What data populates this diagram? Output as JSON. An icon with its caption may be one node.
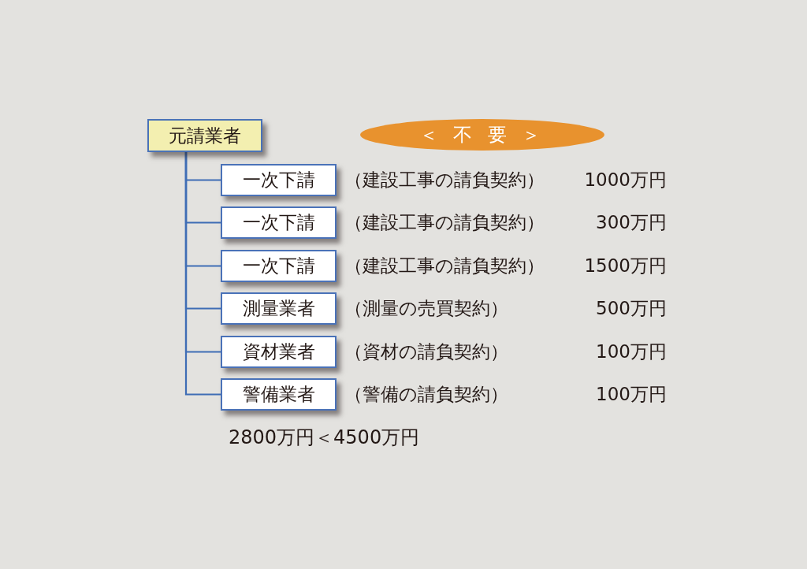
{
  "diagram": {
    "nodes": [
      {
        "text": [
          "元請業者"
        ]
      },
      {
        "text": [
          "＜ 不 要 ＞"
        ]
      },
      {
        "text": [
          "一次下請"
        ]
      },
      {
        "text": [
          "一次下請"
        ]
      },
      {
        "text": [
          "一次下請"
        ]
      },
      {
        "text": [
          "測量業者"
        ]
      },
      {
        "text": [
          "資材業者"
        ]
      },
      {
        "text": [
          "警備業者"
        ]
      }
    ],
    "edges": [
      {
        "from": 0,
        "to": 2,
        "arrow": "none"
      },
      {
        "from": 0,
        "to": 3,
        "arrow": "none"
      },
      {
        "from": 0,
        "to": 4,
        "arrow": "none"
      },
      {
        "from": 0,
        "to": 5,
        "arrow": "none"
      },
      {
        "from": 0,
        "to": 6,
        "arrow": "none"
      },
      {
        "from": 0,
        "to": 7,
        "arrow": "none"
      }
    ],
    "labels": [
      "（建設工事の請負契約）",
      "1000万円",
      "（建設工事の請負契約）",
      "300万円",
      "（建設工事の請負契約）",
      "1500万円",
      "（測量の売買契約）",
      "500万円",
      "（資材の請負契約）",
      "100万円",
      "（警備の請負契約）",
      "100万円",
      "2800万円＜4500万円"
    ]
  }
}
